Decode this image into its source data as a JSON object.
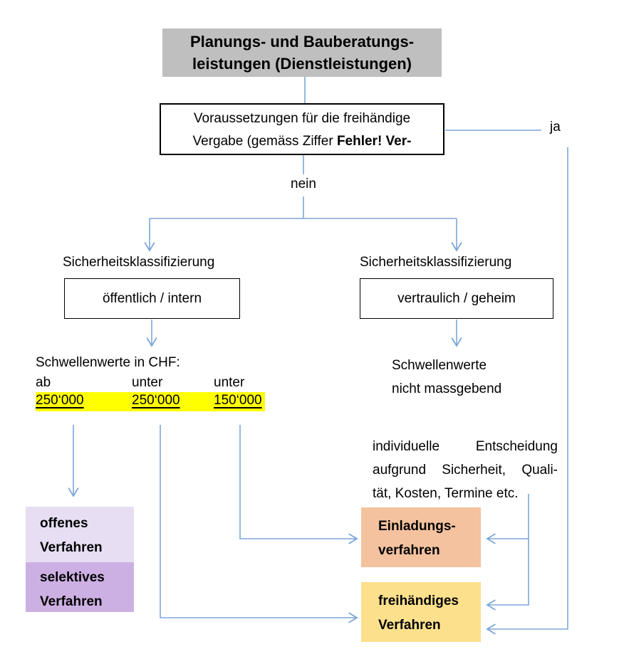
{
  "title_box": {
    "line1": "Planungs- und Bauberatungs-",
    "line2": "leistungen (Dienstleistungen)"
  },
  "condition_box": {
    "line1": "Voraussetzungen für die freihändige",
    "line2_prefix": "Vergabe (gemäss Ziffer ",
    "line2_bold": "Fehler! Ver-"
  },
  "labels": {
    "yes": "ja",
    "no": "nein",
    "security_left": "Sicherheitsklassifizierung",
    "security_right": "Sicherheitsklassifizierung"
  },
  "classification": {
    "left": "öffentlich / intern",
    "right": "vertraulich / geheim"
  },
  "thresholds_left": {
    "title": "Schwellenwerte in CHF:",
    "columns": [
      {
        "qualifier": "ab",
        "value": "250‘000"
      },
      {
        "qualifier": "unter",
        "value": "250‘000"
      },
      {
        "qualifier": "unter",
        "value": "150‘000"
      }
    ],
    "highlight_color": "#FFFF00"
  },
  "thresholds_right": {
    "line1": "Schwellenwerte",
    "line2": "nicht massgebend"
  },
  "decision_note": {
    "line1": "individuelle Entscheidung",
    "line2": "aufgrund Sicherheit, Quali-",
    "line3": "tät, Kosten, Termine etc."
  },
  "procedures": {
    "open": {
      "line1": "offenes",
      "line2": "Verfahren",
      "color": "#E7DEF3"
    },
    "selective": {
      "line1": "selektives",
      "line2": "Verfahren",
      "color": "#CDB0E3"
    },
    "invitation": {
      "line1": "Einladungs-",
      "line2": "verfahren",
      "color": "#F4C29E"
    },
    "direct": {
      "line1": "freihändiges",
      "line2": "Verfahren",
      "color": "#FCE08C"
    }
  },
  "colors": {
    "connector_blue": "#7CA6DB",
    "title_gray": "#BFBFBF"
  }
}
